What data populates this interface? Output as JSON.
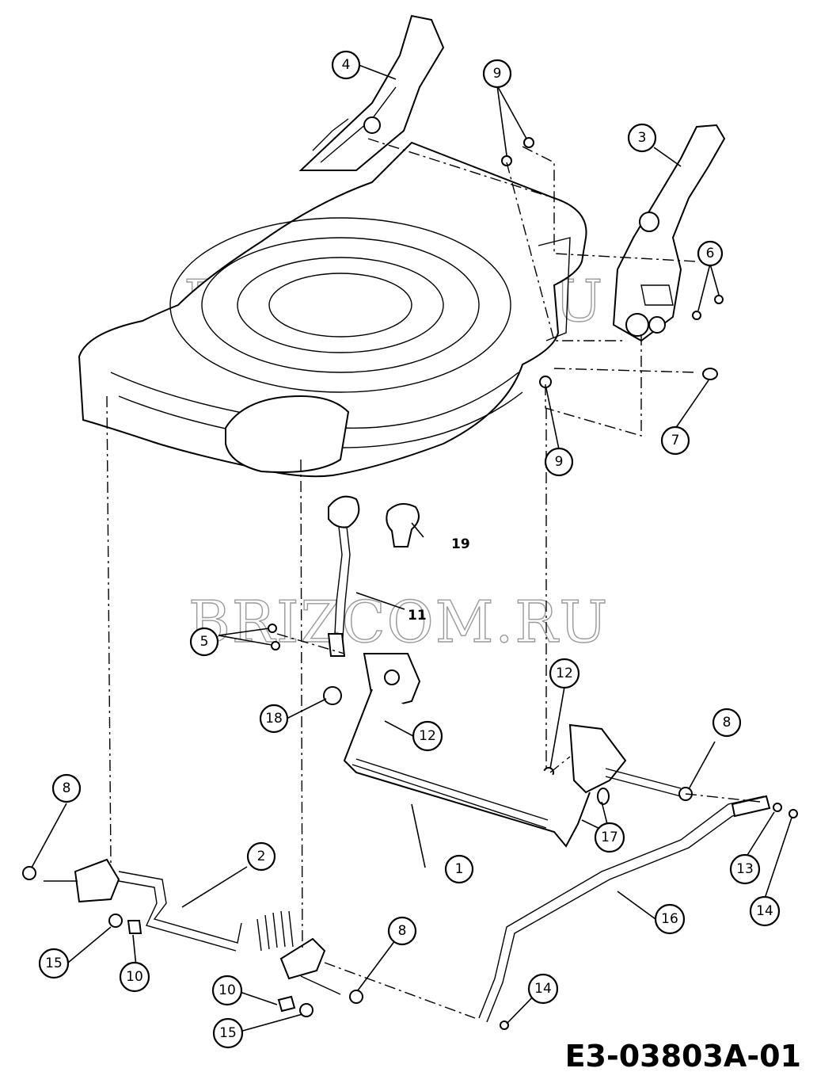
{
  "drawing_code": "E3-03803A-01",
  "watermark": "BRIZCOM.RU",
  "callouts": [
    {
      "id": "c4",
      "label": "4"
    },
    {
      "id": "c9a",
      "label": "9"
    },
    {
      "id": "c3",
      "label": "3"
    },
    {
      "id": "c6",
      "label": "6"
    },
    {
      "id": "c7",
      "label": "7"
    },
    {
      "id": "c9b",
      "label": "9"
    },
    {
      "id": "c11",
      "label": "11"
    },
    {
      "id": "c19",
      "label": "19"
    },
    {
      "id": "c5",
      "label": "5"
    },
    {
      "id": "c18",
      "label": "18"
    },
    {
      "id": "c12a",
      "label": "12"
    },
    {
      "id": "c12b",
      "label": "12"
    },
    {
      "id": "c8a",
      "label": "8"
    },
    {
      "id": "c8b",
      "label": "8"
    },
    {
      "id": "c8c",
      "label": "8"
    },
    {
      "id": "c1",
      "label": "1"
    },
    {
      "id": "c2",
      "label": "2"
    },
    {
      "id": "c17",
      "label": "17"
    },
    {
      "id": "c13",
      "label": "13"
    },
    {
      "id": "c14a",
      "label": "14"
    },
    {
      "id": "c14b",
      "label": "14"
    },
    {
      "id": "c16",
      "label": "16"
    },
    {
      "id": "c15a",
      "label": "15"
    },
    {
      "id": "c15b",
      "label": "15"
    },
    {
      "id": "c10a",
      "label": "10"
    },
    {
      "id": "c10b",
      "label": "10"
    }
  ]
}
